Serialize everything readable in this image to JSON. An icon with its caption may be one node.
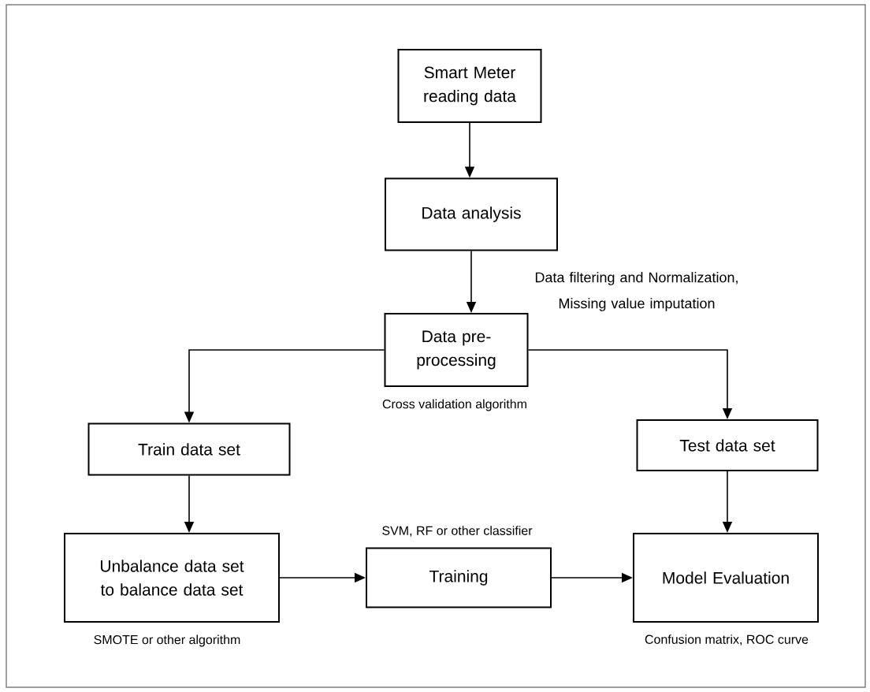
{
  "diagram": {
    "nodes": [
      {
        "text": [
          "Smart Meter reading data"
        ]
      },
      {
        "text": [
          "Data analysis"
        ]
      },
      {
        "text": [
          "Data pre-processing"
        ],
        "beside": [
          "Cross validation algorithm"
        ]
      },
      {
        "text": [
          "Train data set"
        ]
      },
      {
        "text": [
          "Test data set"
        ]
      },
      {
        "text": [
          "Unbalance data set to balance data set"
        ],
        "beside": [
          "SMOTE or other algorithm"
        ]
      },
      {
        "text": [
          "Training"
        ],
        "beside": [
          "SVM, RF or other classifier"
        ]
      },
      {
        "text": [
          "Model Evaluation"
        ],
        "beside": [
          "Confusion matrix, ROC curve"
        ]
      }
    ],
    "edges": [
      {
        "from": 0,
        "to": 1,
        "arrow": "to"
      },
      {
        "from": 1,
        "to": 2,
        "arrow": "to",
        "label": "Data filtering and Normalization, Missing value imputation"
      },
      {
        "from": 2,
        "to": 3,
        "arrow": "to"
      },
      {
        "from": 2,
        "to": 4,
        "arrow": "to"
      },
      {
        "from": 3,
        "to": 5,
        "arrow": "to"
      },
      {
        "from": 4,
        "to": 7,
        "arrow": "to"
      },
      {
        "from": 5,
        "to": 6,
        "arrow": "to"
      },
      {
        "from": 6,
        "to": 7,
        "arrow": "to"
      }
    ]
  }
}
